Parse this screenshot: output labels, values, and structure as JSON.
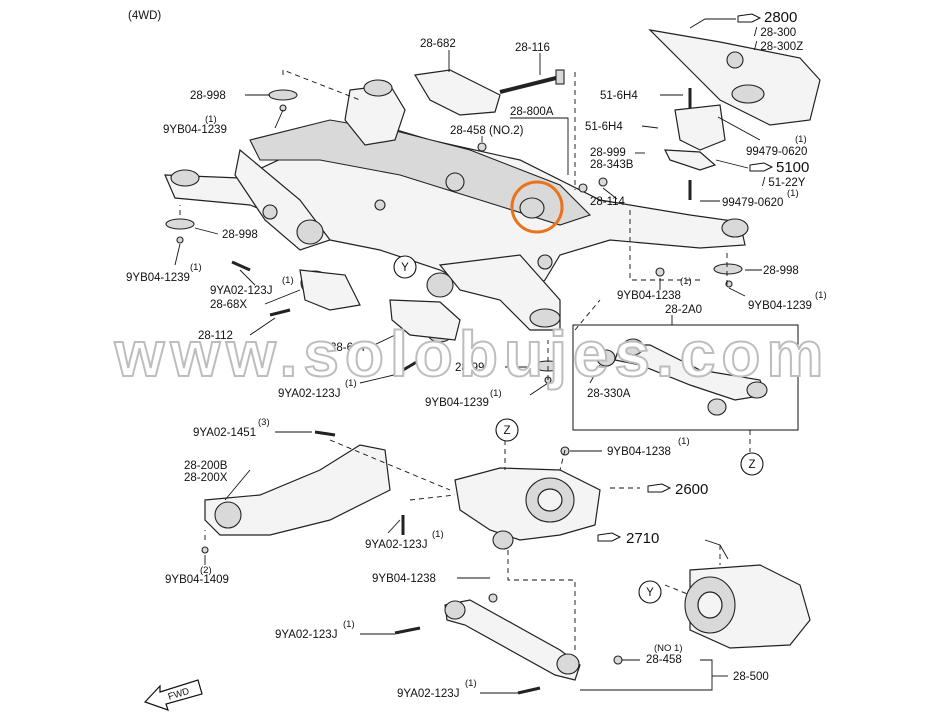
{
  "header": {
    "variant": "(4WD)"
  },
  "watermark": "www.solobujes.com",
  "fwd_label": "FWD",
  "refs": {
    "r2800": "2800",
    "r2800_sub1": "/ 28-300",
    "r2800_sub2": "/ 28-300Z",
    "r5100": "5100",
    "r5100_sub": "/ 51-22Y",
    "r2600": "2600",
    "r2710": "2710"
  },
  "views": {
    "y": "Y",
    "z": "Z"
  },
  "labels": {
    "p28_682": "28-682",
    "p28_116": "28-116",
    "p28_800A": "28-800A",
    "p28_458_no2": "28-458 (NO.2)",
    "p28_999": "28-999",
    "p28_343B": "28-343B",
    "p28_114": "28-114",
    "p51_6H4_a": "51-6H4",
    "p51_6H4_b": "51-6H4",
    "p99479_0620_a": "99479-0620",
    "p99479_0620_b": "99479-0620",
    "p28_998_a": "28-998",
    "p28_998_b": "28-998",
    "p28_998_c": "28-998",
    "p28_998_d": "28-998",
    "p9YB04_1239_a": "9YB04-1239",
    "p9YB04_1239_b": "9YB04-1239",
    "p9YB04_1239_c": "9YB04-1239",
    "p9YB04_1239_d": "9YB04-1239",
    "p9YA02_123J_a": "9YA02-123J",
    "p9YA02_123J_b": "9YA02-123J",
    "p9YA02_123J_c": "9YA02-123J",
    "p9YA02_123J_d": "9YA02-123J",
    "p9YA02_123J_e": "9YA02-123J",
    "p28_68X": "28-68X",
    "p28_112": "28-112",
    "p28_68Y": "28-68Y",
    "p9YB04_1238_a": "9YB04-1238",
    "p9YB04_1238_b": "9YB04-1238",
    "p9YB04_1238_c": "9YB04-1238",
    "p28_2A0": "28-2A0",
    "p28_330A": "28-330A",
    "p9YA02_1451": "9YA02-1451",
    "p28_200B": "28-200B",
    "p28_200X": "28-200X",
    "p9YB04_1409": "9YB04-1409",
    "p28_458_no1": "28-458",
    "no1": "(NO 1)",
    "p28_500": "28-500"
  },
  "qty": {
    "q1": "(1)",
    "q2": "(2)",
    "q3": "(3)"
  },
  "colors": {
    "highlight": "#e8731a",
    "ink": "#111111"
  }
}
